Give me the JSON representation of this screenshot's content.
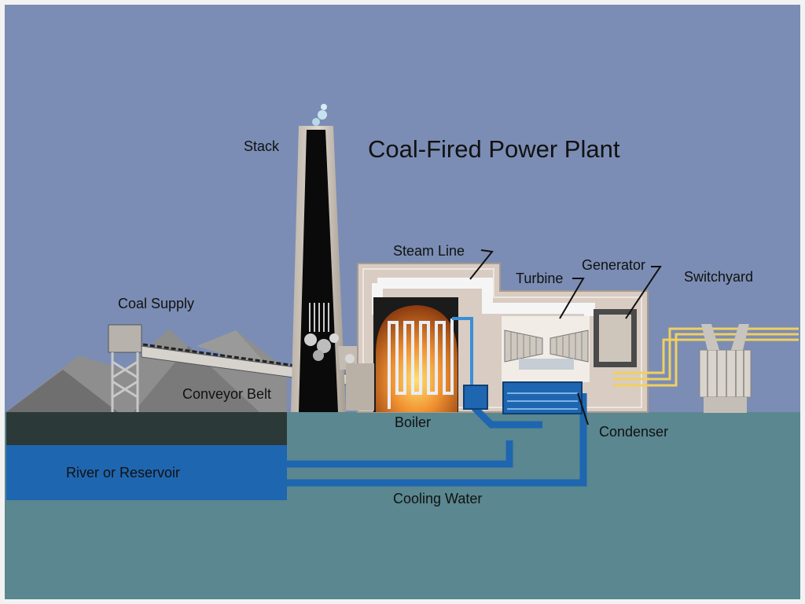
{
  "title": "Coal-Fired Power Plant",
  "labels": {
    "stack": "Stack",
    "steam_line": "Steam Line",
    "turbine": "Turbine",
    "generator": "Generator",
    "switchyard": "Switchyard",
    "coal_supply": "Coal Supply",
    "conveyor_belt": "Conveyor Belt",
    "boiler": "Boiler",
    "condenser": "Condenser",
    "river": "River or Reservoir",
    "cooling_water": "Cooling Water"
  },
  "colors": {
    "sky": "#7b8db4",
    "ground": "#5a8790",
    "water": "#1f66b0",
    "building": "#d8ccc3",
    "stack": "#0a0a0a",
    "fire": "#f0a030",
    "power_lines": "#f0d060"
  }
}
